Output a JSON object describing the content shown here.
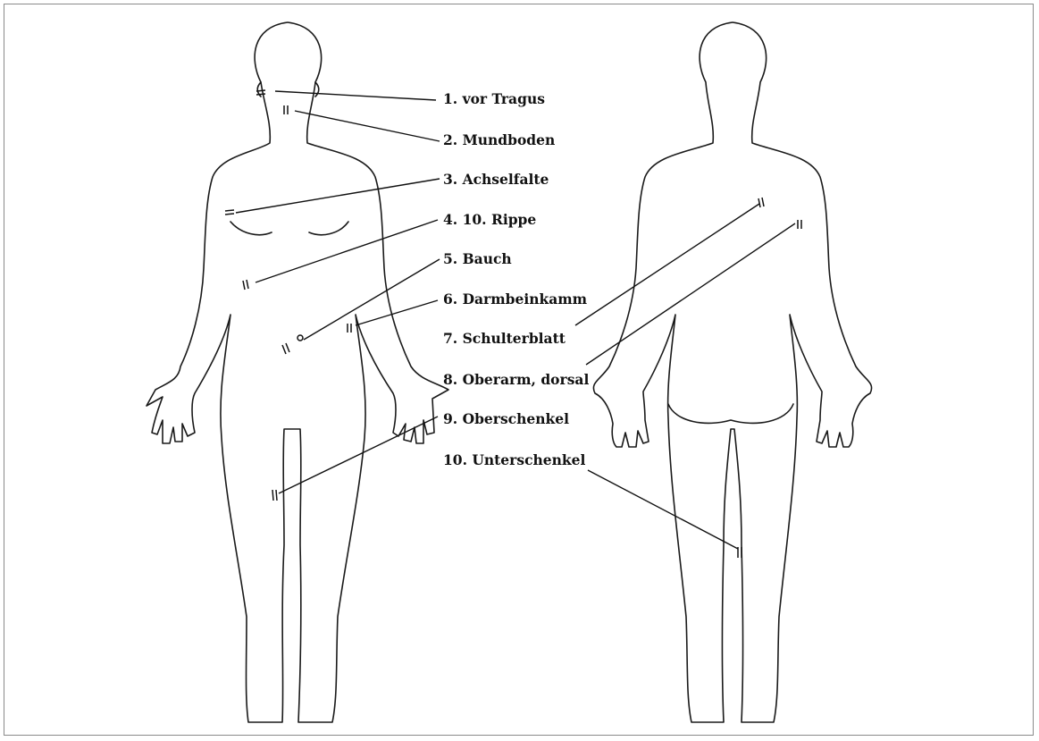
{
  "diagram": {
    "sites": [
      {
        "id": "1",
        "label": "1. vor Tragus"
      },
      {
        "id": "2",
        "label": "2. Mundboden"
      },
      {
        "id": "3",
        "label": "3. Achselfalte"
      },
      {
        "id": "4",
        "label": "4. 10. Rippe"
      },
      {
        "id": "5",
        "label": "5. Bauch"
      },
      {
        "id": "6",
        "label": "6. Darmbeinkamm"
      },
      {
        "id": "7",
        "label": "7. Schulterblatt"
      },
      {
        "id": "8",
        "label": "8. Oberarm, dorsal"
      },
      {
        "id": "9",
        "label": "9. Oberschenkel"
      },
      {
        "id": "10",
        "label": "10. Unterschenkel"
      }
    ]
  }
}
